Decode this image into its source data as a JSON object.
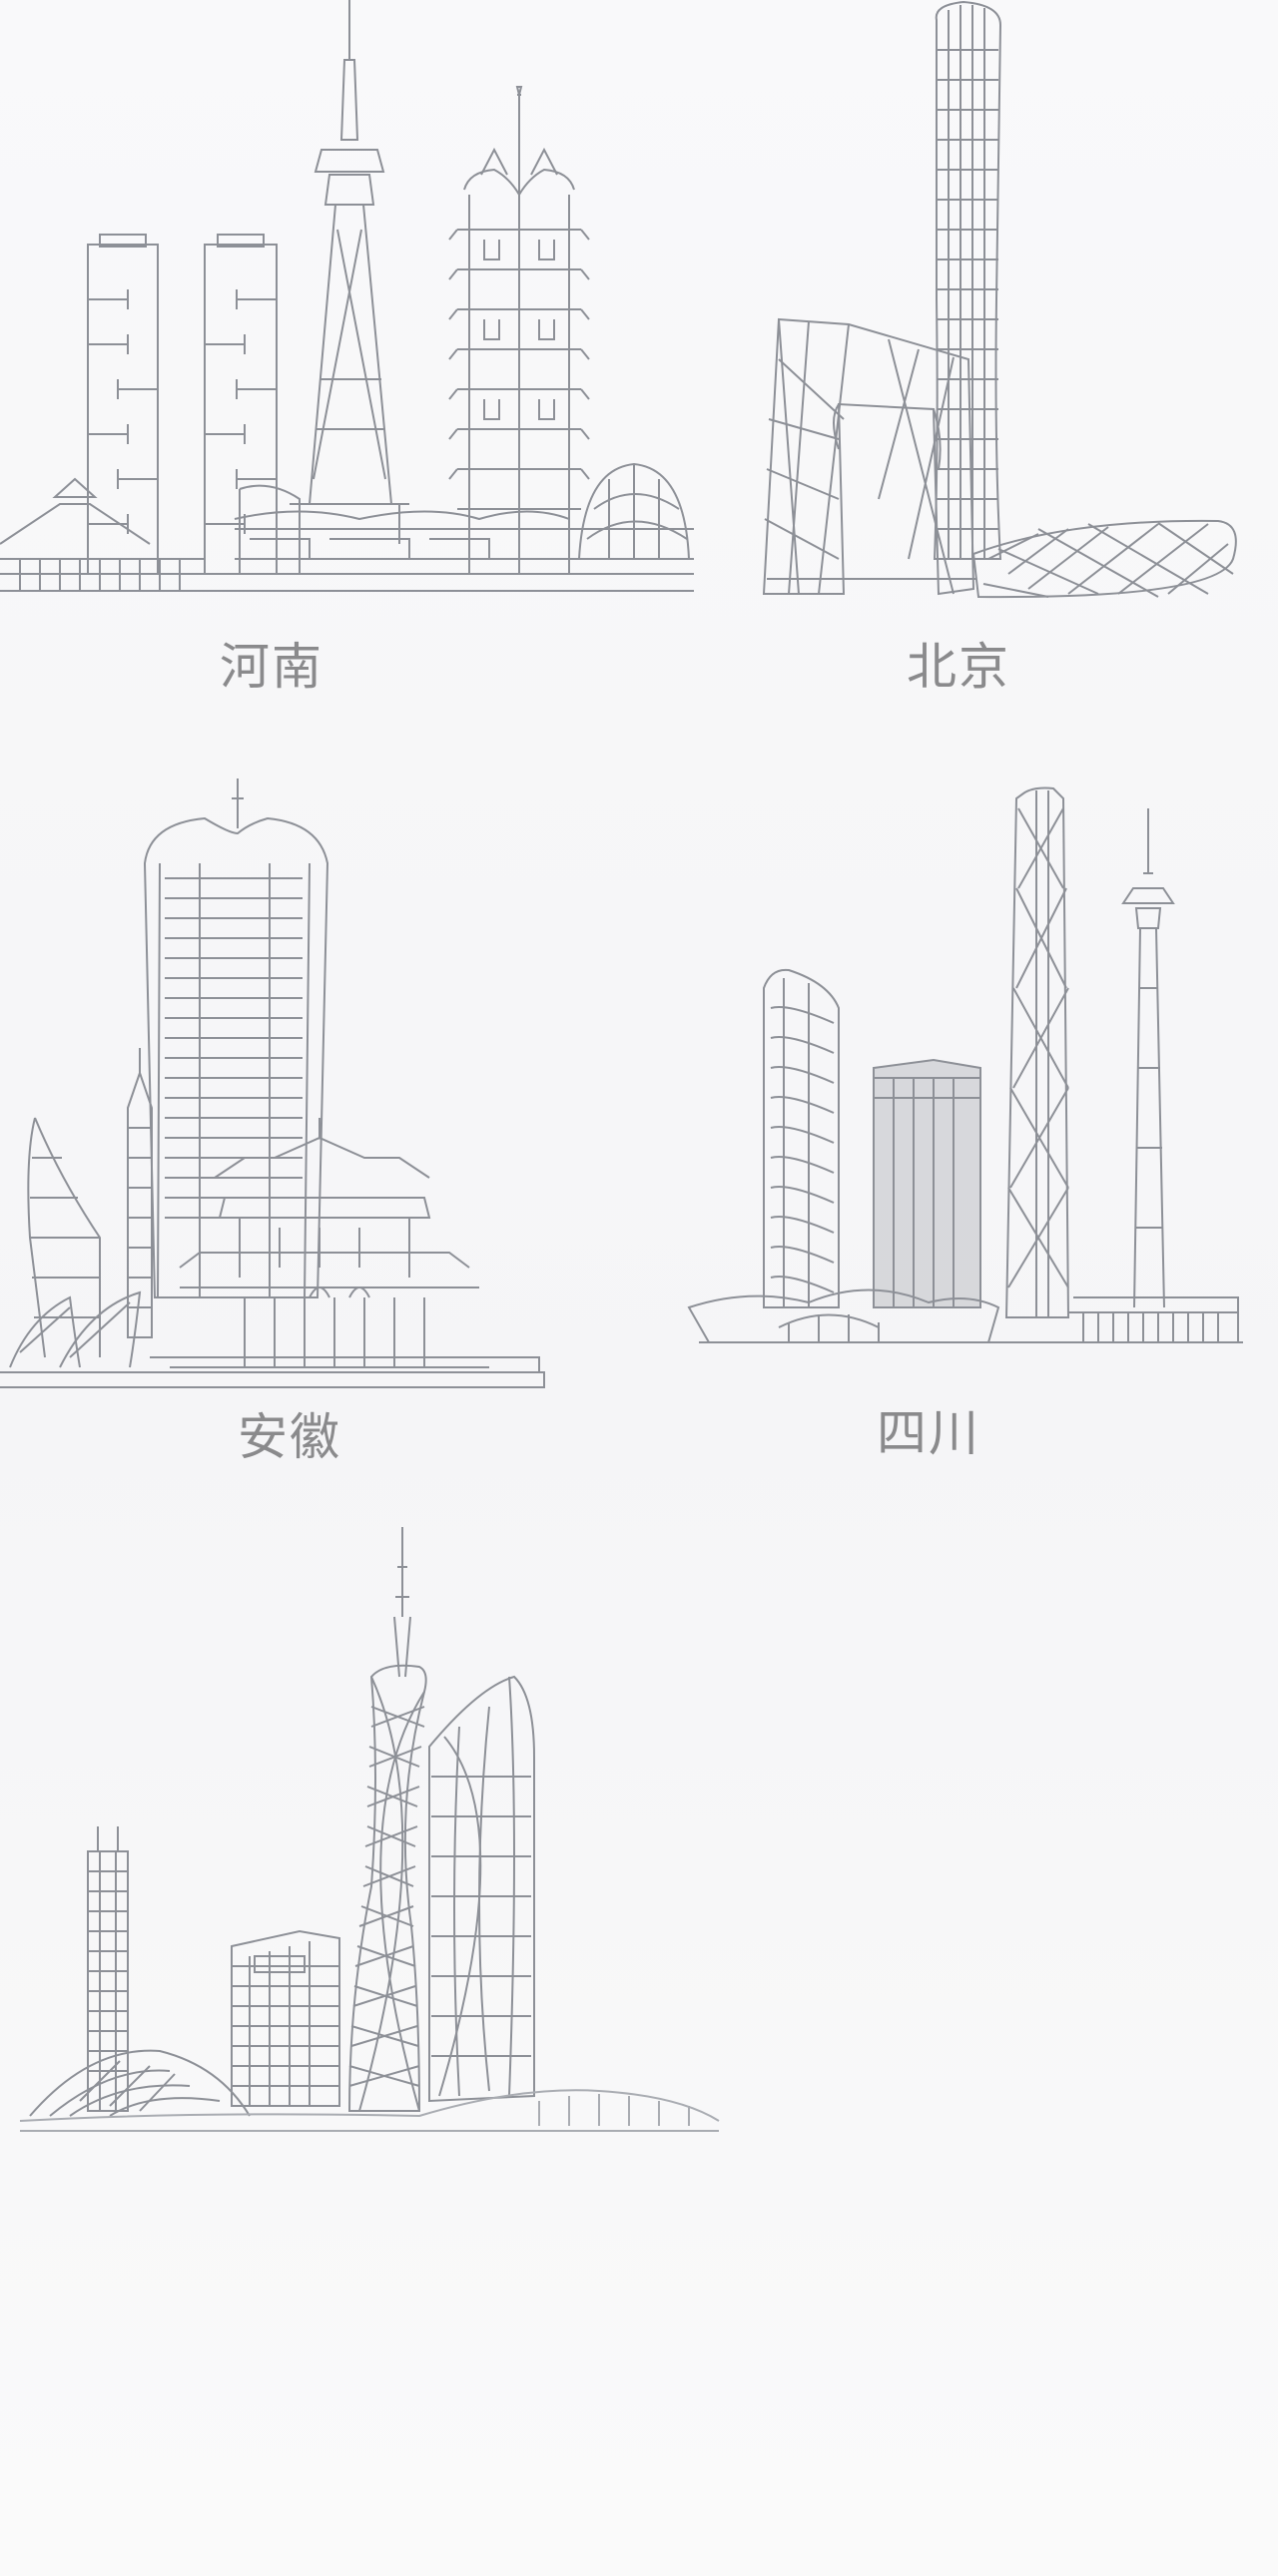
{
  "cities": [
    {
      "id": "henan",
      "label": "河南"
    },
    {
      "id": "beijing",
      "label": "北京"
    },
    {
      "id": "anhui",
      "label": "安徽"
    },
    {
      "id": "sichuan",
      "label": "四川"
    },
    {
      "id": "guangdong",
      "label": ""
    }
  ],
  "colors": {
    "line": "#8d9097",
    "line_light": "#a9acb2",
    "label": "#8a8a8c",
    "background": "#f7f7f8"
  }
}
